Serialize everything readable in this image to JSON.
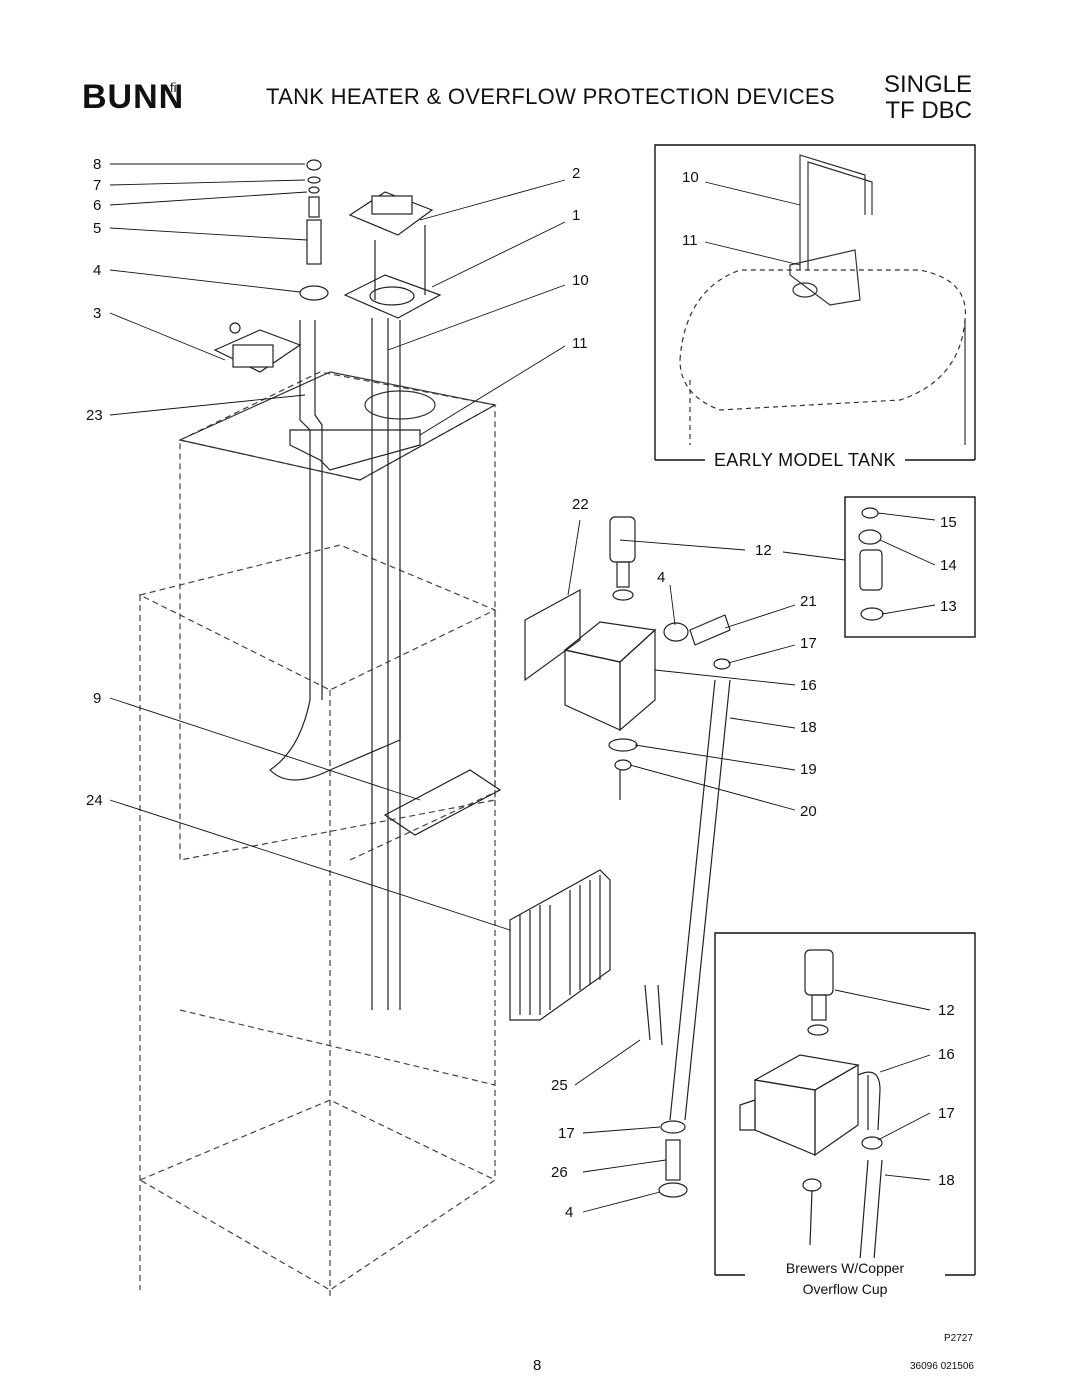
{
  "header": {
    "brand": "BUNN",
    "brand_mark": "fi",
    "title": "TANK HEATER & OVERFLOW PROTECTION DEVICES",
    "model_line1": "SINGLE",
    "model_line2": "TF DBC"
  },
  "insets": {
    "early_model_title": "EARLY MODEL TANK",
    "copper_caption_line1": "Brewers W/Copper",
    "copper_caption_line2": "Overflow Cup"
  },
  "callouts": {
    "main_left": [
      "8",
      "7",
      "6",
      "5",
      "4",
      "3",
      "23",
      "9",
      "24"
    ],
    "main_right": [
      "2",
      "1",
      "10",
      "11"
    ],
    "early": [
      "10",
      "11"
    ],
    "overflow": [
      "22",
      "12",
      "4",
      "21",
      "17",
      "16",
      "18",
      "19",
      "20"
    ],
    "small_inset": [
      "15",
      "14",
      "13"
    ],
    "bottom": [
      "25",
      "17",
      "26",
      "4"
    ],
    "copper": [
      "12",
      "16",
      "17",
      "18"
    ]
  },
  "footer": {
    "drawing_no": "P2727",
    "page": "8",
    "doc_code": "36096 021506"
  }
}
